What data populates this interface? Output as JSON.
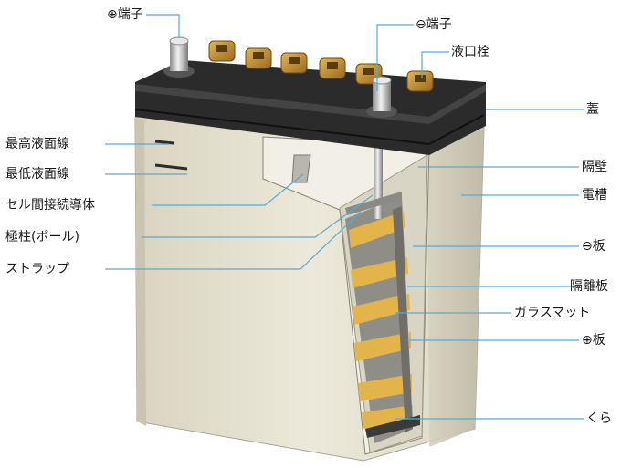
{
  "diagram": {
    "labels": {
      "pos_terminal": "⊕端子",
      "neg_terminal": "⊖端子",
      "vent_plug": "液口栓",
      "lid": "蓋",
      "max_level": "最高液面線",
      "min_level": "最低液面線",
      "cell_connector": "セル間接続導体",
      "pole": "極柱(ポール)",
      "strap": "ストラップ",
      "partition": "隔壁",
      "container": "電槽",
      "neg_plate": "⊖板",
      "separator": "隔離板",
      "glass_mat": "ガラスマット",
      "pos_plate": "⊕板",
      "saddle": "くら"
    },
    "colors": {
      "leader": "#5aa9d6",
      "case": "#e8e4d2",
      "lid": "#2b2b2b",
      "cap": "#c8922c",
      "plate_yellow": "#e2b44a",
      "plate_gray": "#8f8e86"
    }
  }
}
